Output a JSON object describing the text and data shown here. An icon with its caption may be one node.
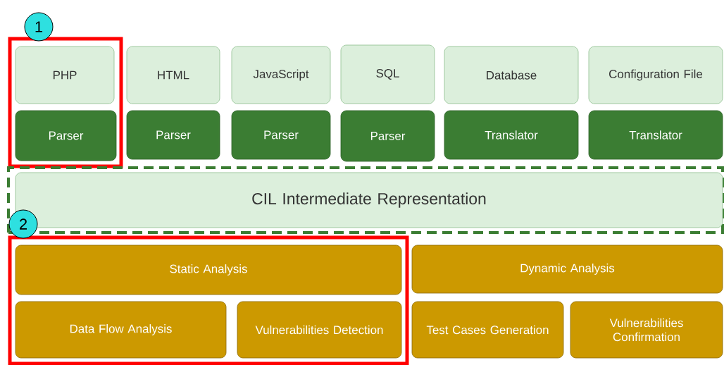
{
  "diagram": {
    "nodes": [
      {
        "text": [
          "1"
        ]
      },
      {
        "text": [],
        "shape": "box"
      },
      {
        "text": [
          "PHP"
        ],
        "in": 1
      },
      {
        "text": [
          "Parser"
        ],
        "in": 1
      },
      {
        "text": [
          "HTML"
        ]
      },
      {
        "text": [
          "Parser"
        ]
      },
      {
        "text": [
          "JavaScript"
        ]
      },
      {
        "text": [
          "Parser"
        ]
      },
      {
        "text": [
          "SQL"
        ]
      },
      {
        "text": [
          "Parser"
        ]
      },
      {
        "text": [
          "Database"
        ]
      },
      {
        "text": [
          "Translator"
        ]
      },
      {
        "text": [
          "Configuration File"
        ]
      },
      {
        "text": [
          "Translator"
        ]
      },
      {
        "text": [],
        "shape": "box"
      },
      {
        "text": [
          "CIL Intermediate Representation"
        ],
        "in": 14
      },
      {
        "text": [
          "2"
        ]
      },
      {
        "text": [],
        "shape": "box"
      },
      {
        "text": [
          "Static Analysis"
        ],
        "in": 17
      },
      {
        "text": [
          "Dynamic Analysis"
        ]
      },
      {
        "text": [
          "Data Flow Analysis"
        ],
        "in": 17
      },
      {
        "text": [
          "Vulnerabilities Detection"
        ],
        "in": 17
      },
      {
        "text": [
          "Test Cases Generation"
        ]
      },
      {
        "text": [
          "Vulnerabilities Confirmation"
        ]
      }
    ]
  }
}
